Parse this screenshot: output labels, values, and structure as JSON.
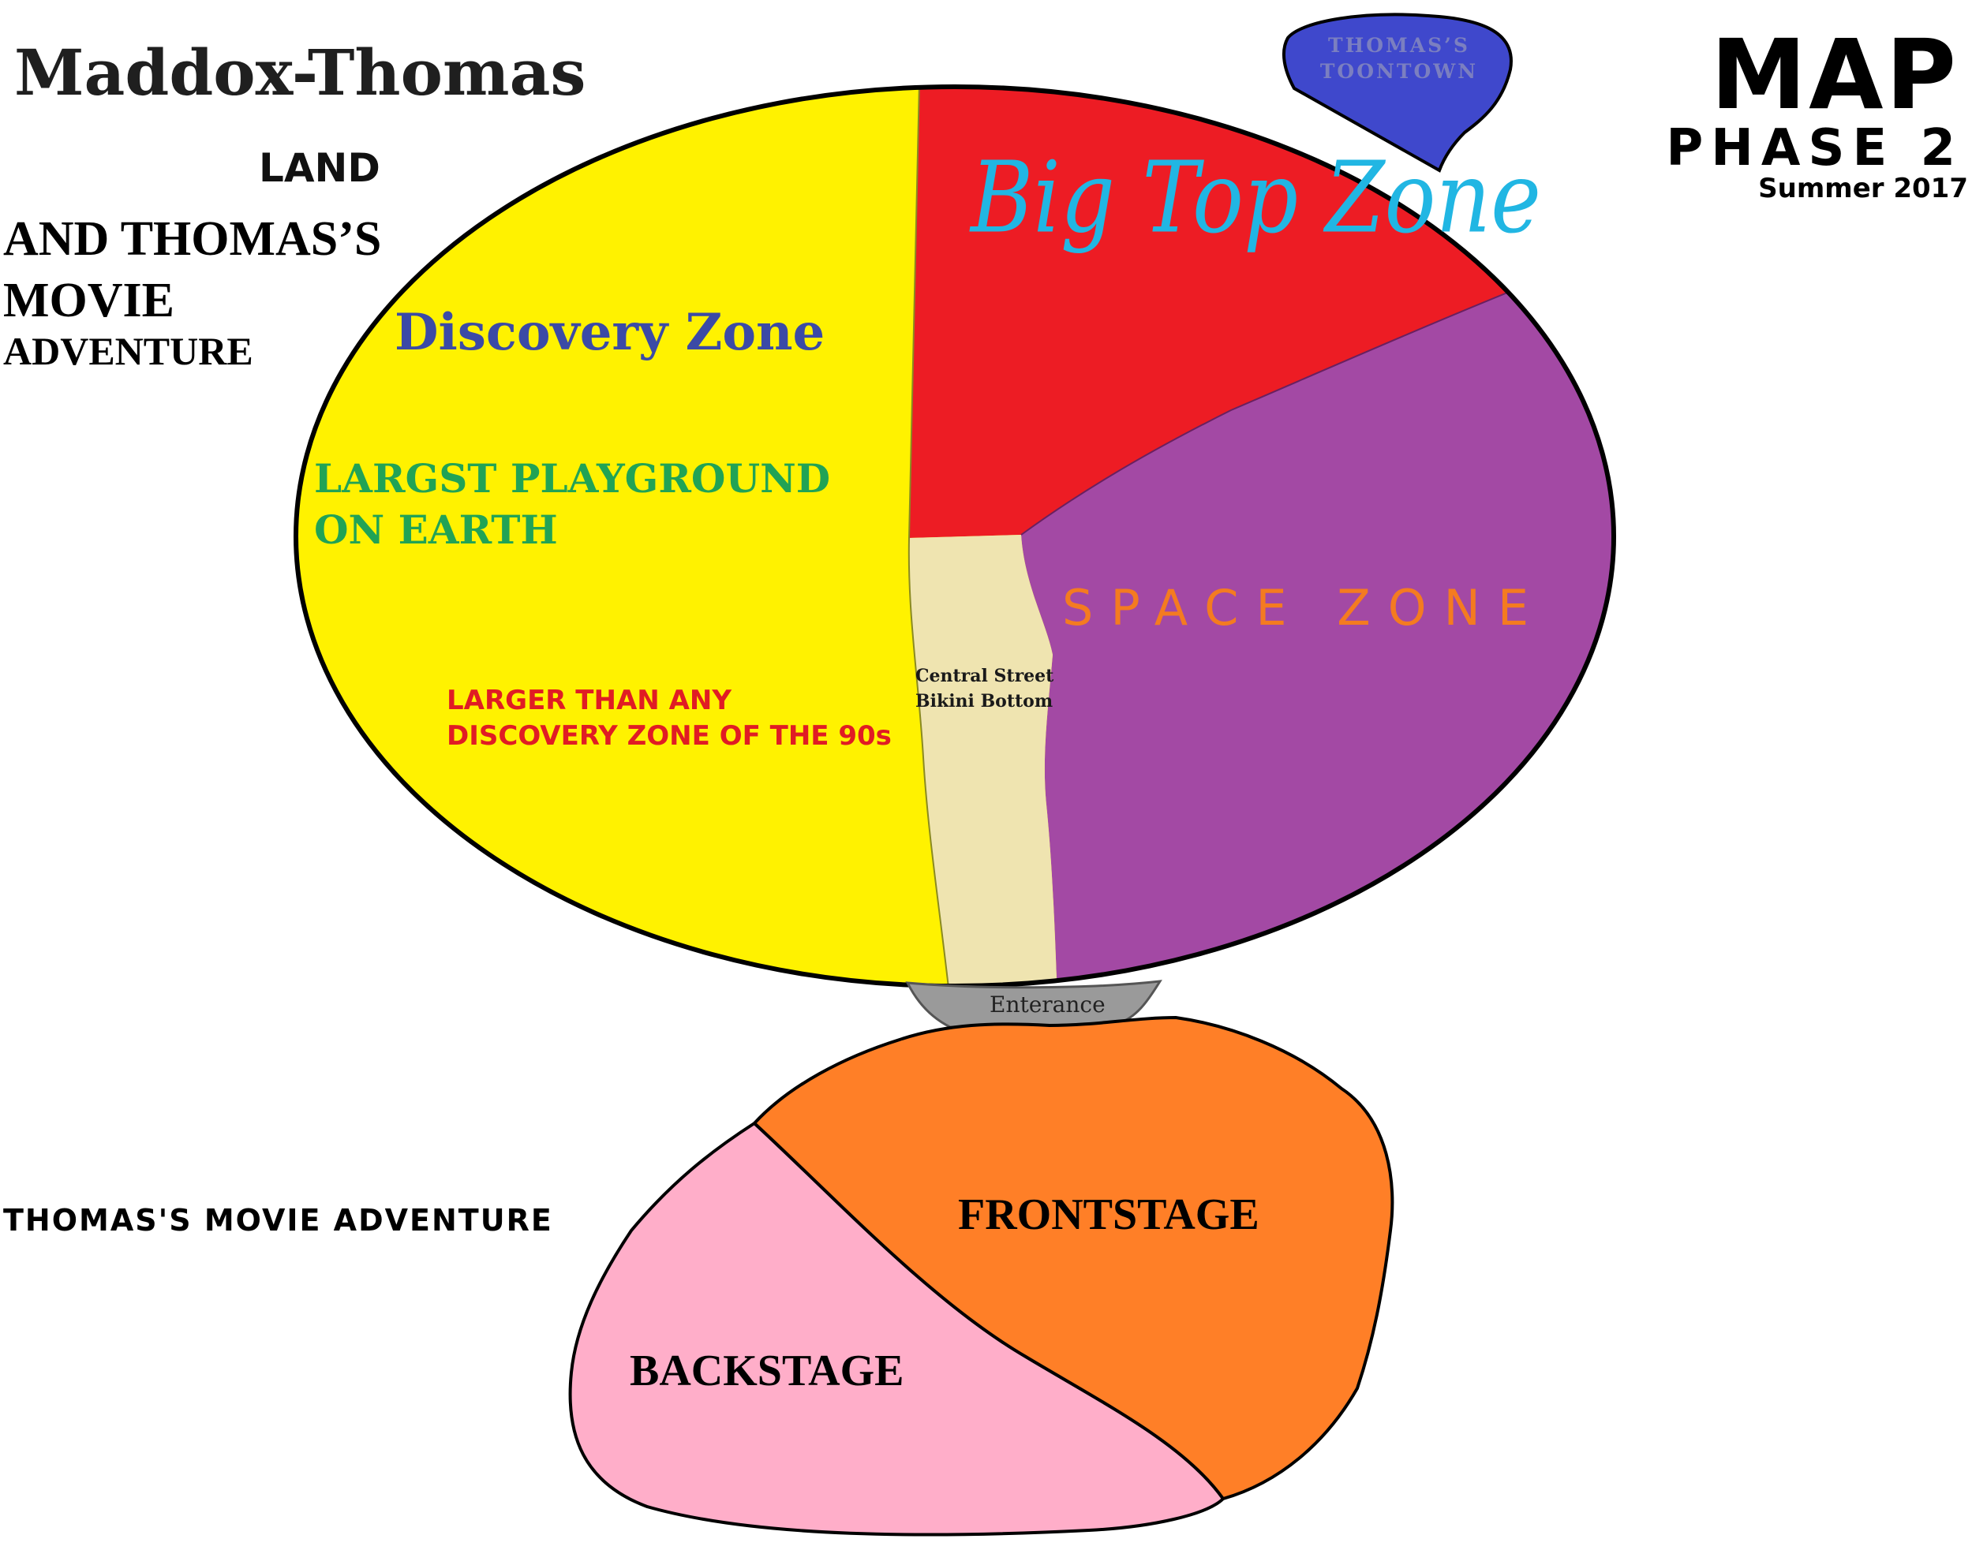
{
  "header": {
    "title_line1": "Maddox-Thomas",
    "title_line2": "LAND",
    "title_line3": "AND THOMAS’S",
    "title_line4": "MOVIE",
    "title_line5": "ADVENTURE",
    "map_label": "MAP",
    "phase_label": "PHASE 2",
    "season_label": "Summer 2017"
  },
  "regions": {
    "toontown": "THOMAS’S TOONTOWN",
    "big_top": "Big Top Zone",
    "discovery": "Discovery Zone",
    "playground": "LARGST PLAYGROUND ON EARTH",
    "larger_than": "LARGER THAN ANY DISCOVERY ZONE OF THE 90s",
    "space": "SPACE ZONE",
    "central_street": "Central Street Bikini Bottom",
    "entrance": "Enterance",
    "movie_adventure": "THOMAS'S MOVIE ADVENTURE",
    "frontstage": "FRONTSTAGE",
    "backstage": "BACKSTAGE"
  },
  "colors": {
    "discovery_zone": "#fff200",
    "big_top_zone": "#ed1c24",
    "space_zone": "#a349a4",
    "central_street": "#efe4b0",
    "toontown": "#3f48cc",
    "entrance": "#9a9a9a",
    "frontstage": "#ff7f27",
    "backstage": "#ffaec9",
    "outline": "#000000"
  }
}
